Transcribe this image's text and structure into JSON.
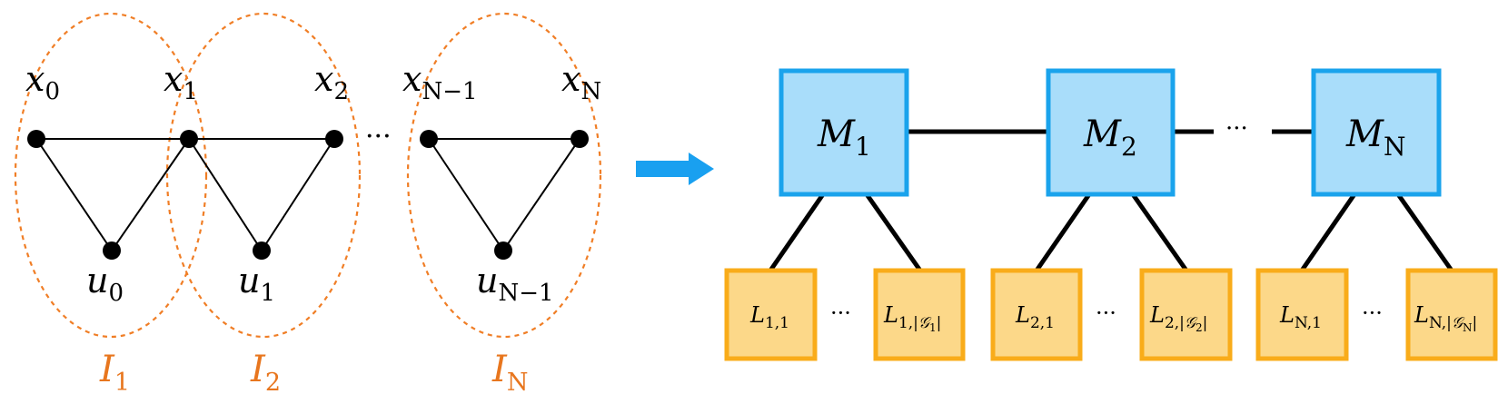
{
  "left_graph": {
    "x_labels": [
      {
        "base": "x",
        "sub": "0"
      },
      {
        "base": "x",
        "sub": "1"
      },
      {
        "base": "x",
        "sub": "2"
      },
      {
        "base": "x",
        "sub": "N−1"
      },
      {
        "base": "x",
        "sub": "N"
      }
    ],
    "u_labels": [
      {
        "base": "u",
        "sub": "0"
      },
      {
        "base": "u",
        "sub": "1"
      },
      {
        "base": "u",
        "sub": "N−1"
      }
    ],
    "group_labels": [
      {
        "base": "I",
        "sub": "1"
      },
      {
        "base": "I",
        "sub": "2"
      },
      {
        "base": "I",
        "sub": "N"
      }
    ],
    "ellipsis": "···"
  },
  "arrow_color": "#19A0F0",
  "right_tree": {
    "m_nodes": [
      {
        "base": "M",
        "sub": "1"
      },
      {
        "base": "M",
        "sub": "2"
      },
      {
        "base": "M",
        "sub": "N"
      }
    ],
    "l_nodes": [
      {
        "base": "L",
        "sub": "1,1"
      },
      {
        "base": "L",
        "sub": "1,|",
        "script": "𝒢",
        "script_sub": "1",
        "tail": "|"
      },
      {
        "base": "L",
        "sub": "2,1"
      },
      {
        "base": "L",
        "sub": "2,|",
        "script": "𝒢",
        "script_sub": "2",
        "tail": "|"
      },
      {
        "base": "L",
        "sub": "N,1"
      },
      {
        "base": "L",
        "sub": "N,|",
        "script": "𝒢",
        "script_sub": "N",
        "tail": "|"
      }
    ],
    "ellipsis": "···"
  },
  "colors": {
    "m_fill": "#A9DDFA",
    "m_stroke": "#1AA3EC",
    "l_fill": "#FCD889",
    "l_stroke": "#F9AC1A",
    "group_label": "#E8761E",
    "dashed_ellipse": "#F07E26"
  }
}
